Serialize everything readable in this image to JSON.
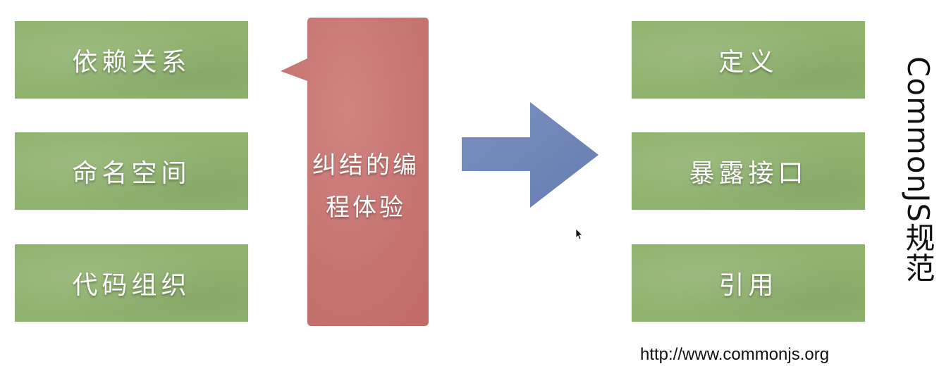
{
  "left_boxes": [
    {
      "label": "依赖关系"
    },
    {
      "label": "命名空间"
    },
    {
      "label": "代码组织"
    }
  ],
  "callout": {
    "line1": "纠结的编",
    "line2": "程体验"
  },
  "right_boxes": [
    {
      "label": "定义"
    },
    {
      "label": "暴露接口"
    },
    {
      "label": "引用"
    }
  ],
  "vertical_title": "CommonJS规范",
  "url": "http://www.commonjs.org",
  "colors": {
    "green_box": "#8fb36f",
    "callout_red": "#c97672",
    "arrow_blue": "#6f86b8",
    "text_white": "#ffffff"
  },
  "icons": {
    "arrow": "right-arrow-icon",
    "cursor": "mouse-pointer-icon"
  }
}
